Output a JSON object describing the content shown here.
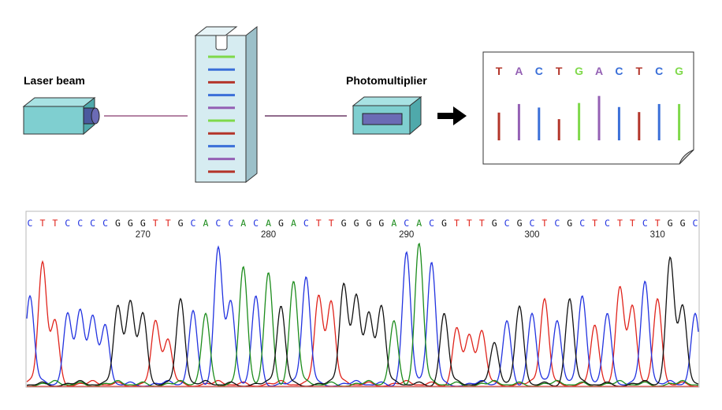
{
  "labels": {
    "laser": "Laser beam",
    "detector": "Photomultiplier"
  },
  "colors": {
    "A": "#9460b4",
    "C": "#3a6fd8",
    "G": "#7fd94a",
    "T": "#b3352a",
    "box_face": "#7fcfd0",
    "box_top": "#a8e2e3",
    "box_side": "#4fa9ab",
    "gel_face": "#d6ecf1",
    "gel_side": "#9cc0c9",
    "gel_top": "#e7f4f7",
    "beam_line": "#9b5a86",
    "trace_A": "#1c8c1c",
    "trace_C": "#2233e0",
    "trace_G": "#111111",
    "trace_T": "#e0241c"
  },
  "gel_bands": [
    "G",
    "C",
    "T",
    "C",
    "A",
    "G",
    "T",
    "C",
    "A",
    "T"
  ],
  "readout": {
    "bases": [
      "T",
      "A",
      "C",
      "T",
      "G",
      "A",
      "C",
      "T",
      "C",
      "G"
    ],
    "bar_heights": [
      0.55,
      0.72,
      0.65,
      0.42,
      0.74,
      0.88,
      0.66,
      0.56,
      0.72,
      0.72
    ]
  },
  "chromatogram": {
    "sequence": "CTTCCCCGGGTTGCACCACAGACTTGGGGACACGTTTGCGCTCGCTCTTCTGGC",
    "positions": [
      {
        "label": "270",
        "index": 9
      },
      {
        "label": "280",
        "index": 19
      },
      {
        "label": "290",
        "index": 30
      },
      {
        "label": "300",
        "index": 40
      },
      {
        "label": "310",
        "index": 50
      }
    ],
    "peak_heights": [
      0.62,
      0.85,
      0.45,
      0.5,
      0.52,
      0.48,
      0.42,
      0.55,
      0.58,
      0.5,
      0.45,
      0.32,
      0.6,
      0.52,
      0.5,
      0.95,
      0.58,
      0.82,
      0.62,
      0.78,
      0.55,
      0.72,
      0.75,
      0.62,
      0.58,
      0.7,
      0.62,
      0.5,
      0.55,
      0.45,
      0.92,
      0.98,
      0.85,
      0.5,
      0.4,
      0.35,
      0.38,
      0.3,
      0.45,
      0.55,
      0.5,
      0.6,
      0.45,
      0.6,
      0.62,
      0.42,
      0.5,
      0.68,
      0.55,
      0.72,
      0.6,
      0.88,
      0.55,
      0.5
    ]
  }
}
